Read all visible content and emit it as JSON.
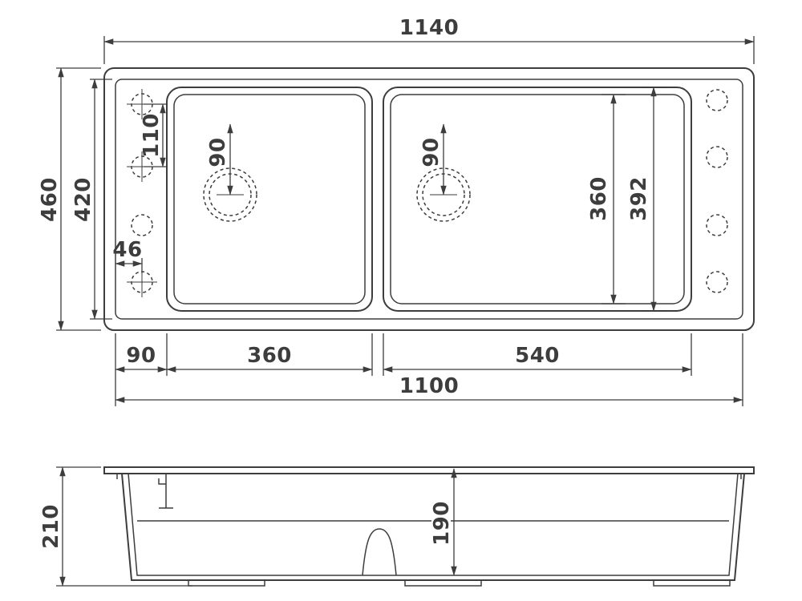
{
  "style": {
    "line_color": "#3d3d3d",
    "text_color": "#3d3d3d",
    "background_color": "#ffffff"
  },
  "top_view": {
    "overall_width": "1140",
    "overall_depth": "460",
    "rim_depth": "420",
    "faucet_hole_pitch": "110",
    "left_drain_diameter": "90",
    "right_drain_diameter": "90",
    "faucet_hole_edge_offset": "46",
    "bowl_inner_length": "360",
    "bowl_rim_length": "392",
    "deck_width_left": "90",
    "left_bowl_width": "360",
    "right_bowl_width": "540",
    "rim_width": "1100"
  },
  "side_view": {
    "overall_height": "210",
    "bowl_depth": "190"
  }
}
